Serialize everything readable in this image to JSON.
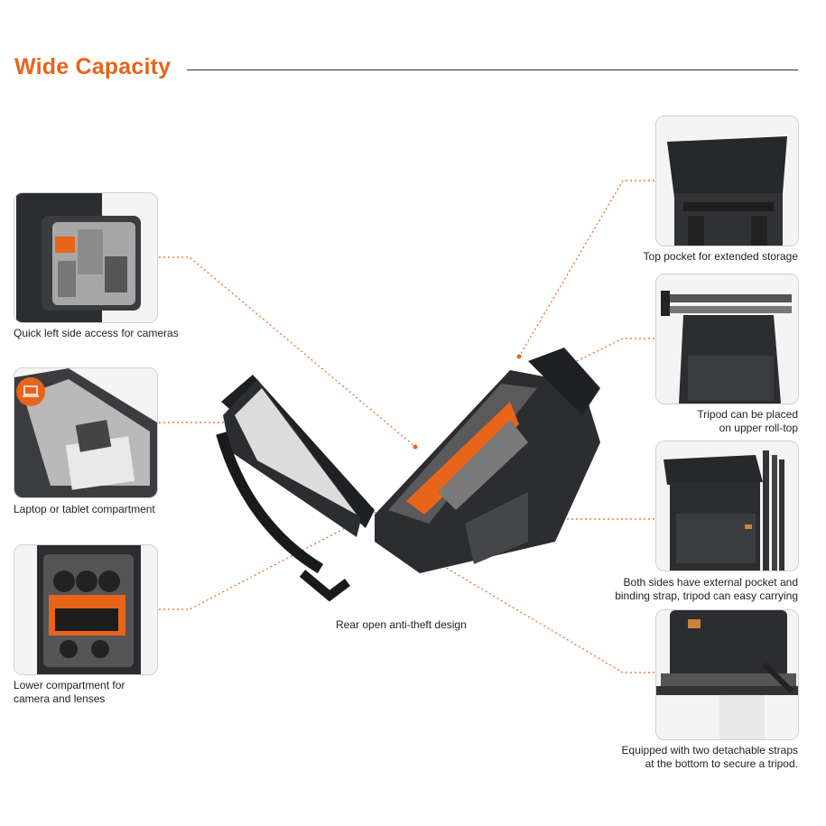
{
  "heading": {
    "title": "Wide Capacity"
  },
  "captions": {
    "left_side_access": "Quick left side access for cameras",
    "laptop_compartment": "Laptop or tablet compartment",
    "lower_compartment_line1": "Lower compartment for",
    "lower_compartment_line2": "camera and lenses",
    "rear_open": "Rear open anti-theft design",
    "top_pocket": "Top pocket for extended storage",
    "tripod_rolltop_line1": "Tripod can be placed",
    "tripod_rolltop_line2": "on upper roll-top",
    "side_pockets_line1": "Both sides have external pocket and",
    "side_pockets_line2": "binding strap, tripod can easy carrying",
    "detachable_straps_line1": "Equipped with two detachable straps",
    "detachable_straps_line2": "at the bottom to secure a tripod."
  },
  "colors": {
    "accent": "#e8641b",
    "bag_dark": "#2b2d30",
    "interior_gray": "#9a9a9a",
    "callout_line": "#e8641b"
  },
  "icons": {
    "laptop_badge": "laptop-icon"
  }
}
